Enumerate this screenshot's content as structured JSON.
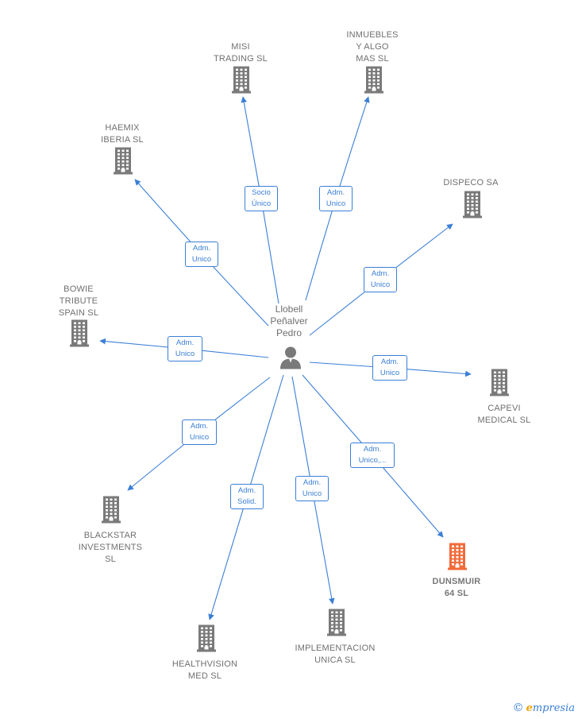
{
  "center": {
    "name": "Llobell\nPeñalver\nPedro"
  },
  "nodes": [
    {
      "id": "misi",
      "name": "MISI\nTRADING  SL",
      "relation": "Socio\nÚnico",
      "highlight": false
    },
    {
      "id": "inmuebles",
      "name": "INMUEBLES\nY ALGO\nMAS  SL",
      "relation": "Adm.\nUnico",
      "highlight": false
    },
    {
      "id": "haemix",
      "name": "HAEMIX\nIBERIA  SL",
      "relation": "Adm.\nUnico",
      "highlight": false
    },
    {
      "id": "dispeco",
      "name": "DISPECO SA",
      "relation": "Adm.\nUnico",
      "highlight": false
    },
    {
      "id": "bowie",
      "name": "BOWIE\nTRIBUTE\nSPAIN  SL",
      "relation": "Adm.\nUnico",
      "highlight": false
    },
    {
      "id": "capevi",
      "name": "CAPEVI\nMEDICAL  SL",
      "relation": "Adm.\nUnico",
      "highlight": false
    },
    {
      "id": "blackstar",
      "name": "BLACKSTAR\nINVESTMENTS\nSL",
      "relation": "Adm.\nUnico",
      "highlight": false
    },
    {
      "id": "dunsmuir",
      "name": "DUNSMUIR\n64  SL",
      "relation": "Adm.\nUnico,...",
      "highlight": true
    },
    {
      "id": "healthvision",
      "name": "HEALTHVISION\nMED  SL",
      "relation": "Adm.\nSolid.",
      "highlight": false
    },
    {
      "id": "implementacion",
      "name": "IMPLEMENTACION\nUNICA  SL",
      "relation": "Adm.\nUnico",
      "highlight": false
    }
  ],
  "colors": {
    "edge": "#3b7fd6",
    "building": "#7a7a7a",
    "highlight": "#f26b3a"
  },
  "icons": {
    "center": "person-icon",
    "company": "building-icon"
  },
  "footer": {
    "copyright": "©",
    "brand_initial": "e",
    "brand_rest": "mpresia"
  }
}
